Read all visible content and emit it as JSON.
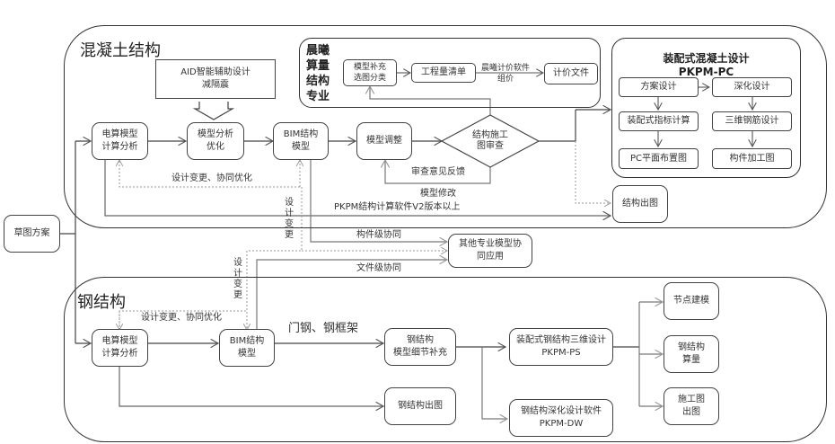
{
  "sections": {
    "concrete": "混凝土结构",
    "steel": "钢结构"
  },
  "sketch": "草图方案",
  "concrete": {
    "aid": "AID智能辅助设计\n减隔震",
    "calc_model": "电算模型\n计算分析",
    "model_opt": "模型分析\n优化",
    "bim": "BIM结构\n模型",
    "adjust": "模型调整",
    "review": "结构施工\n图审查",
    "review_feedback": "审查意见反馈",
    "model_modify": "模型修改",
    "design_change_opt": "设计变更、协同优化",
    "software_note": "PKPM结构计算软件V2版本以上",
    "design_change_v": "设计变更",
    "output": "结构出图"
  },
  "cost": {
    "title": "晨曦算量结构专业",
    "supplement": "模型补充\n选图分类",
    "bill": "工程量清单",
    "pricing_label": "晨曦计价软件\n组价",
    "file": "计价文件"
  },
  "pc": {
    "title": "装配式混凝土设计",
    "subtitle": "PKPM-PC",
    "scheme": "方案设计",
    "deep": "深化设计",
    "index": "装配式指标计算",
    "rebar": "三维钢筋设计",
    "layout": "PC平面布置图",
    "component": "构件加工图"
  },
  "collab": {
    "component_level": "构件级协同",
    "file_level": "文件级协同",
    "other": "其他专业模型协\n同应用",
    "design_change_v": "设计变更"
  },
  "steel": {
    "calc_model": "电算模型\n计算分析",
    "bim": "BIM结构\n模型",
    "design_change_opt": "设计变更、协同优化",
    "portal": "门钢、钢框架",
    "detail": "钢结构\n模型细节补充",
    "output": "钢结构出图",
    "ps": "装配式钢结构三维设计\nPKPM-PS",
    "dw": "钢结构深化设计软件\nPKPM-DW",
    "node": "节点建模",
    "quantity": "钢结构\n算量",
    "drawing": "施工图\n出图"
  }
}
